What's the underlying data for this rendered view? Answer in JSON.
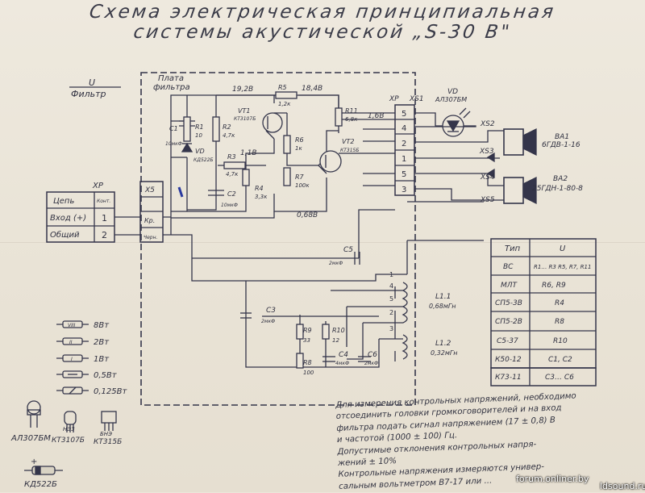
{
  "title": {
    "line1": "Схема электрическая принципиальная",
    "line2": "системы акустической „S-30 B\""
  },
  "filter_header": {
    "num": "U",
    "name": "Фильтр"
  },
  "board_label": {
    "line1": "Плата",
    "line2": "фильтра"
  },
  "input_table": {
    "connector": "XP",
    "header": [
      "Цепь",
      "Конт."
    ],
    "rows": [
      {
        "name": "Вход (+)",
        "pin": "1"
      },
      {
        "name": "Общий",
        "pin": "2"
      }
    ]
  },
  "connectors": {
    "x5": "X5",
    "kp": "Кр.",
    "chern": "Черн.",
    "xp": "XP",
    "xs1": "XS1"
  },
  "xs1_pins": [
    "5",
    "4",
    "2",
    "1",
    "5",
    "3"
  ],
  "components": {
    "c1": {
      "ref": "C1",
      "value": "10мкФ"
    },
    "r1": {
      "ref": "R1",
      "value": "10"
    },
    "r2": {
      "ref": "R2",
      "value": "4,7к"
    },
    "r3": {
      "ref": "R3",
      "value": "4,7к"
    },
    "r4": {
      "ref": "R4",
      "value": "3,3к"
    },
    "r5": {
      "ref": "R5",
      "value": "1,2к"
    },
    "r6": {
      "ref": "R6",
      "value": "1к"
    },
    "r7": {
      "ref": "R7",
      "value": "100к"
    },
    "r8": {
      "ref": "R8",
      "value": "100"
    },
    "r9": {
      "ref": "R9",
      "value": "33"
    },
    "r10": {
      "ref": "R10",
      "value": "12"
    },
    "r11": {
      "ref": "R11",
      "value": "6,8к"
    },
    "c2": {
      "ref": "C2",
      "value": "10мкФ"
    },
    "c3": {
      "ref": "C3",
      "value": "2мкФ"
    },
    "c4": {
      "ref": "C4",
      "value": "4мкФ"
    },
    "c5": {
      "ref": "C5",
      "value": "2мкФ"
    },
    "c6": {
      "ref": "C6",
      "value": "2мкФ"
    },
    "vd": {
      "ref": "VD",
      "value": "КД522Б"
    },
    "vt1": {
      "ref": "VT1",
      "value": "КТ3107Б"
    },
    "vt2": {
      "ref": "VT2",
      "value": "КТ315Б"
    },
    "vd_led": {
      "ref": "VD",
      "value": "АЛ307БМ"
    },
    "l1_1": {
      "ref": "L1.1",
      "value": "0,68мГн"
    },
    "l1_2": {
      "ref": "L1.2",
      "value": "0,32мГн"
    }
  },
  "voltages": {
    "v1": "19,2В",
    "v2": "18,4В",
    "v3": "1,6В",
    "v4": "1,1В",
    "v5": "0,68В"
  },
  "speakers": {
    "xs2": "XS2",
    "xs3": "XS3",
    "xs4": "XS4",
    "xs5": "XS5",
    "ba1": {
      "ref": "BA1",
      "value": "6ГДВ-1-16"
    },
    "ba2": {
      "ref": "BA2",
      "value": "25ГДН-1-80-8"
    }
  },
  "coil_taps": [
    "1",
    "4",
    "5",
    "2",
    "3"
  ],
  "types_table": {
    "header": [
      "Тип",
      "U"
    ],
    "rows": [
      {
        "type": "ВС",
        "refs": "R1… R3 R5, R7, R11"
      },
      {
        "type": "МЛТ",
        "refs": "R6, R9"
      },
      {
        "type": "СП5-3В",
        "refs": "R4"
      },
      {
        "type": "СП5-2В",
        "refs": "R8"
      },
      {
        "type": "С5-37",
        "refs": "R10"
      },
      {
        "type": "К50-12",
        "refs": "С1, С2"
      },
      {
        "type": "К73-11",
        "refs": "С3… С6"
      }
    ]
  },
  "power_legend": [
    {
      "mark": "VIII",
      "label": "8Вт"
    },
    {
      "mark": "II",
      "label": "2Вт"
    },
    {
      "mark": "I",
      "label": "1Вт"
    },
    {
      "mark": "",
      "label": "0,5Вт"
    },
    {
      "mark": "",
      "label": "0,125Вт"
    }
  ],
  "pinouts": {
    "led": "АЛ307БМ",
    "t1_top": "НЭЗ",
    "t1": "КТ3107Б",
    "t2_top": "БНЭ",
    "t2": "КТ315Б",
    "diode": "КД522Б"
  },
  "notes": [
    "Для измерения контрольных напряжений, необходимо",
    "отсоединить головки громкоговорителей и на вход",
    "фильтра подать сигнал напряжением (17 ± 0,8) В",
    "и частотой      (1000 ± 100) Гц.",
    "   Допустимые отклонения контрольных напря-",
    "жений ± 10%",
    "   Контрольные напряжения измеряются универ-",
    "сальным вольтметром В7-17 или ..."
  ],
  "watermarks": {
    "forum": "forum.onliner.by",
    "site": "ldsound.ru"
  }
}
